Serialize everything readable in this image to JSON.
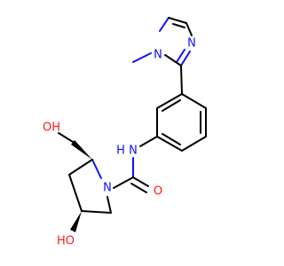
{
  "molecule": {
    "atom_labels": {
      "n_methyl": "N",
      "n_imidazole": "N",
      "n_amide": "N",
      "h_amide": "H",
      "n_pyrrolidine": "N",
      "o_carbonyl": "O",
      "oh_hydroxymethyl": "OH",
      "ho_ring": "HO"
    },
    "colors": {
      "carbon": "#000000",
      "nitrogen": "#1010ff",
      "oxygen": "#ff1a1a",
      "background": "#ffffff"
    }
  }
}
